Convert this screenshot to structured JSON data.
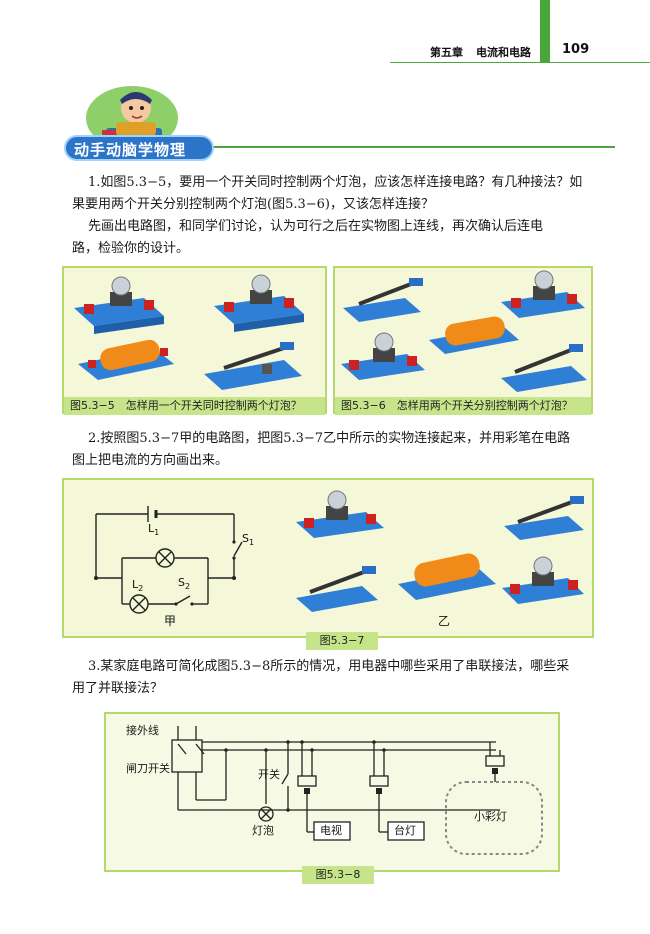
{
  "header": {
    "chapter": "第五章",
    "chapter_title": "电流和电路",
    "page_number": "109"
  },
  "section": {
    "banner": "动手动脑学物理"
  },
  "questions": [
    {
      "line1": "1.如图5.3−5，要用一个开关同时控制两个灯泡，应该怎样连接电路？有几种接法？如",
      "line2": "果要用两个开关分别控制两个灯泡(图5.3−6)，又该怎样连接？",
      "line3": "先画出电路图，和同学们讨论，认为可行之后在实物图上连线，再次确认后连电",
      "line4": "路，检验你的设计。"
    },
    {
      "line1": "2.按照图5.3−7甲的电路图，把图5.3−7乙中所示的实物连接起来，并用彩笔在电路",
      "line2": "图上把电流的方向画出来。"
    },
    {
      "line1": "3.某家庭电路可简化成图5.3−8所示的情况，用电器中哪些采用了串联接法，哪些采",
      "line2": "用了并联接法？"
    }
  ],
  "figures": {
    "fig535": {
      "caption": "图5.3−5　怎样用一个开关同时控制两个灯泡？"
    },
    "fig536": {
      "caption": "图5.3−6　怎样用两个开关分别控制两个灯泡？"
    },
    "fig537": {
      "caption": "图5.3−7",
      "label_jia": "甲",
      "label_yi": "乙",
      "l1": "L",
      "l1_sub": "1",
      "l2": "L",
      "l2_sub": "2",
      "s1": "S",
      "s1_sub": "1",
      "s2": "S",
      "s2_sub": "2"
    },
    "fig538": {
      "caption": "图5.3−8",
      "mains": "接外线",
      "knife_switch": "闸刀开关",
      "switch": "开关",
      "bulb": "灯泡",
      "tv": "电视",
      "desk_lamp": "台灯",
      "color_lights": "小彩灯"
    }
  },
  "colors": {
    "accent_green": "#4aa63a",
    "figure_border": "#b6d96a",
    "figure_bg": "#f4f8d8",
    "caption_bg": "#c6e58a",
    "banner_blue": "#2b74c8"
  }
}
